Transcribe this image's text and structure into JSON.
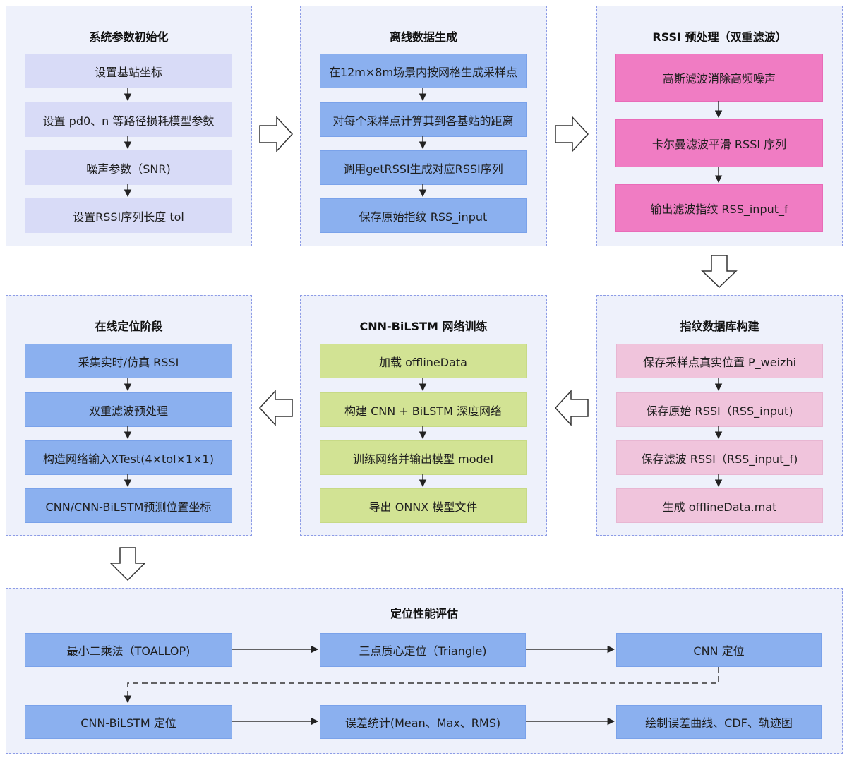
{
  "panels": {
    "system_params": {
      "title": "系统参数初始化",
      "steps": [
        "设置基站坐标",
        "设置 pd0、n 等路径损耗模型参数",
        "噪声参数（SNR)",
        "设置RSSI序列长度 tol"
      ]
    },
    "offline_data": {
      "title": "离线数据生成",
      "steps": [
        "在12m×8m场景内按网格生成采样点",
        "对每个采样点计算其到各基站的距离",
        "调用getRSSI生成对应RSSI序列",
        "保存原始指纹 RSS_input"
      ]
    },
    "rssi_preprocess": {
      "title": "RSSI 预处理（双重滤波）",
      "steps": [
        "高斯滤波消除高频噪声",
        "卡尔曼滤波平滑 RSSI 序列",
        "输出滤波指纹 RSS_input_f"
      ]
    },
    "online_positioning": {
      "title": "在线定位阶段",
      "steps": [
        "采集实时/仿真 RSSI",
        "双重滤波预处理",
        "构造网络输入XTest(4×tol×1×1)",
        "CNN/CNN-BiLSTM预测位置坐标"
      ]
    },
    "cnn_training": {
      "title": "CNN-BiLSTM 网络训练",
      "steps": [
        "加载 offlineData",
        "构建 CNN + BiLSTM 深度网络",
        "训练网络并输出模型 model",
        "导出 ONNX 模型文件"
      ]
    },
    "fingerprint_db": {
      "title": "指纹数据库构建",
      "steps": [
        "保存采样点真实位置 P_weizhi",
        "保存原始 RSSI（RSS_input)",
        "保存滤波 RSSI（RSS_input_f)",
        "生成 offlineData.mat"
      ]
    },
    "evaluation": {
      "title": "定位性能评估",
      "row1": [
        "最小二乘法（TOALLOP)",
        "三点质心定位（Triangle)",
        "CNN 定位"
      ],
      "row2": [
        "CNN-BiLSTM 定位",
        "误差统计(Mean、Max、RMS)",
        "绘制误差曲线、CDF、轨迹图"
      ]
    }
  },
  "colors": {
    "panel_bg": "#eef1fb",
    "panel_border": "#8c9be6",
    "lavender": "#d8dbf7",
    "blue": "#8bb0ef",
    "magenta": "#f07cc3",
    "pink": "#f0c4dc",
    "green": "#d2e394"
  }
}
